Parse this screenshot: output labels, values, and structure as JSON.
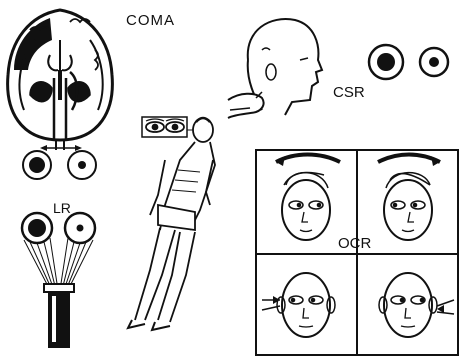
{
  "labels": {
    "coma": "COMA",
    "lr": "LR",
    "csr": "CSR",
    "ocr": "OCR"
  },
  "colors": {
    "ink": "#111111",
    "paper": "#ffffff"
  },
  "icons": [
    "brain-coronal-section-icon",
    "pupil-pair-icon",
    "light-reflex-diagram-icon",
    "comatose-patient-figure-icon",
    "ciliospinal-reflex-head-icon",
    "oculocephalic-reflex-panel-icon"
  ]
}
